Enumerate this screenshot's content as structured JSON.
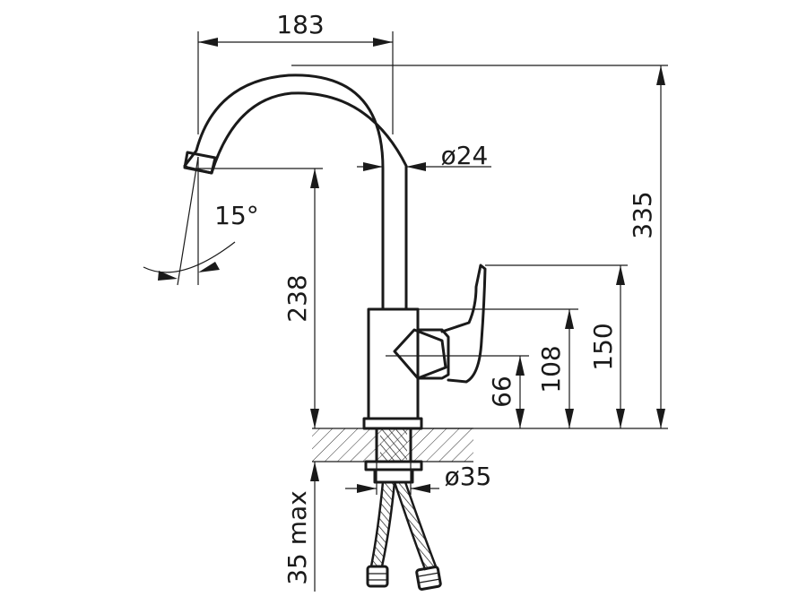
{
  "dimensions": {
    "spout_reach": "183",
    "pipe_diameter": "ø24",
    "swivel_angle": "15°",
    "spout_height": "238",
    "total_height": "335",
    "lever_height": "150",
    "body_height": "108",
    "axis_height": "66",
    "base_diameter": "ø35",
    "countertop_thickness": "35 max"
  },
  "colors": {
    "line": "#1a1a1a",
    "background": "#ffffff"
  }
}
